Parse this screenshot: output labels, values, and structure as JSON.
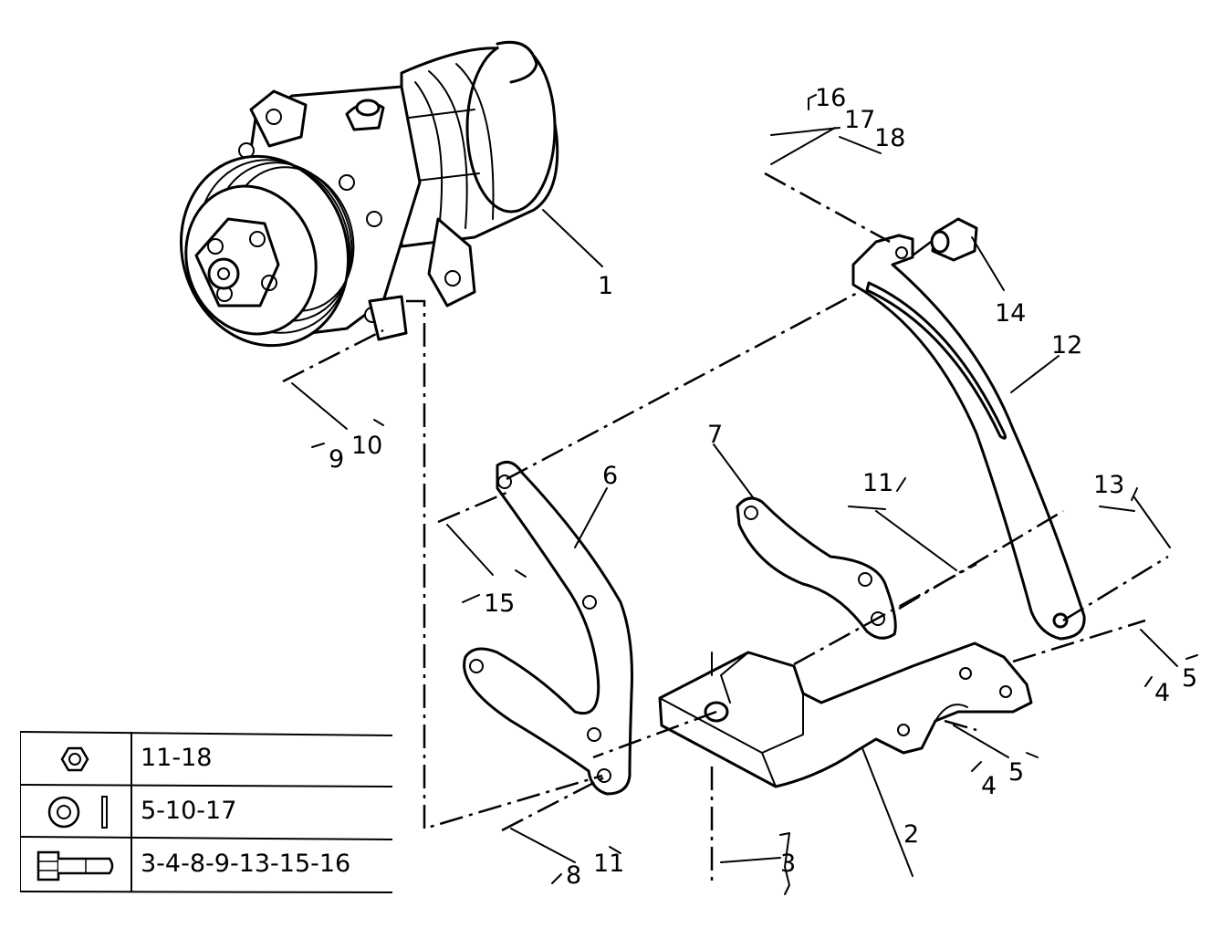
{
  "callouts": {
    "c1": "1",
    "c2": "2",
    "c3": "3",
    "c4a": "4",
    "c4b": "4",
    "c5a": "5",
    "c5b": "5",
    "c6": "6",
    "c7": "7",
    "c8": "8",
    "c9": "9",
    "c10": "10",
    "c11a": "11",
    "c11b": "11",
    "c12": "12",
    "c13": "13",
    "c14": "14",
    "c15": "15",
    "c16": "16",
    "c17": "17",
    "c18": "18"
  },
  "legend": {
    "rows": [
      {
        "icon": "hex-nut-icon",
        "text": "11-18"
      },
      {
        "icon": "washer-icon",
        "text": "5-10-17"
      },
      {
        "icon": "bolt-icon",
        "text": "3-4-8-9-13-15-16"
      }
    ]
  }
}
